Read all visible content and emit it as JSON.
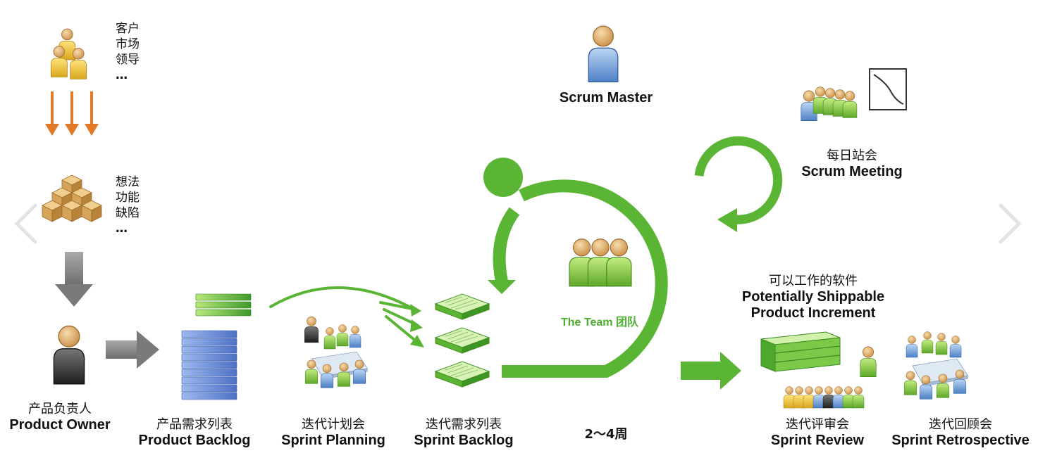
{
  "stakeholders": {
    "lines": [
      "客户",
      "市场",
      "领导",
      "…"
    ]
  },
  "ideas": {
    "lines": [
      "想法",
      "功能",
      "缺陷",
      "…"
    ]
  },
  "product_owner": {
    "cn": "产品负责人",
    "en": "Product Owner"
  },
  "product_backlog": {
    "cn": "产品需求列表",
    "en": "Product Backlog"
  },
  "sprint_planning": {
    "cn": "迭代计划会",
    "en": "Sprint Planning"
  },
  "sprint_backlog": {
    "cn": "迭代需求列表",
    "en": "Sprint Backlog"
  },
  "duration": {
    "text": "2～4周"
  },
  "sprint_review": {
    "cn": "迭代评审会",
    "en": "Sprint Review"
  },
  "sprint_retrospective": {
    "cn": "迭代回顾会",
    "en": "Sprint Retrospective"
  },
  "scrum_master": {
    "en": "Scrum Master"
  },
  "scrum_meeting": {
    "cn": "每日站会",
    "en": "Scrum Meeting"
  },
  "team": {
    "label": "The Team 团队"
  },
  "increment": {
    "cn": "可以工作的软件",
    "en_1": "Potentially Shippable",
    "en_2": "Product Increment"
  },
  "colors": {
    "green": "#5ab534",
    "orange": "#e07a28",
    "grey": "#8a8a8a",
    "blue_stack": "#6d8fd6",
    "person_skin": "#e8b878",
    "person_yellow": "#f2cc3a",
    "person_green": "#8ccf4a",
    "person_blue": "#7ba7dc",
    "person_black": "#333333",
    "box": "#d9a960"
  },
  "icons": [
    "stakeholder-group-icon",
    "idea-boxes-icon",
    "product-owner-icon",
    "backlog-stack-icon",
    "planning-meeting-icon",
    "sprint-backlog-stack-icon",
    "scrum-master-icon",
    "standup-team-icon",
    "burndown-chart-icon",
    "team-icon",
    "increment-stack-icon",
    "review-meeting-icon",
    "retrospective-meeting-icon",
    "nav-left-icon",
    "nav-right-icon"
  ]
}
